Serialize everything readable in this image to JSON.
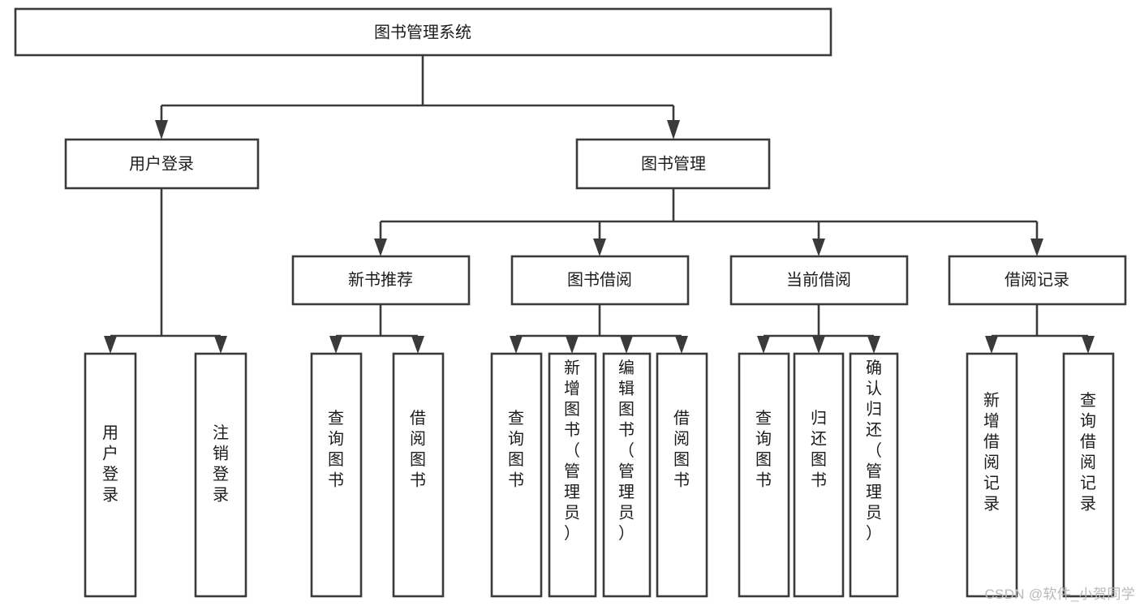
{
  "diagram": {
    "title": "图书管理系统",
    "type": "tree",
    "root": {
      "label": "图书管理系统"
    },
    "level2": [
      {
        "label": "用户登录"
      },
      {
        "label": "图书管理"
      }
    ],
    "level3": [
      {
        "label": "新书推荐"
      },
      {
        "label": "图书借阅"
      },
      {
        "label": "当前借阅"
      },
      {
        "label": "借阅记录"
      }
    ],
    "leaves": {
      "user_login": [
        {
          "label": "用户登录"
        },
        {
          "label": "注销登录"
        }
      ],
      "new_book_recommend": [
        {
          "label": "查询图书"
        },
        {
          "label": "借阅图书"
        }
      ],
      "book_borrow": [
        {
          "label": "查询图书"
        },
        {
          "label": "新增图书（管理员）"
        },
        {
          "label": "编辑图书（管理员）"
        },
        {
          "label": "借阅图书"
        }
      ],
      "current_borrow": [
        {
          "label": "查询图书"
        },
        {
          "label": "归还图书"
        },
        {
          "label": "确认归还（管理员）"
        }
      ],
      "borrow_record": [
        {
          "label": "新增借阅记录"
        },
        {
          "label": "查询借阅记录"
        }
      ]
    }
  },
  "watermark": {
    "text": "CSDN @软件_小贺同学"
  },
  "colors": {
    "stroke": "#3a3a3a",
    "box_fill": "#ffffff",
    "text": "#1c1c1c",
    "background": "#ffffff",
    "watermark": "#b9b9b9"
  }
}
